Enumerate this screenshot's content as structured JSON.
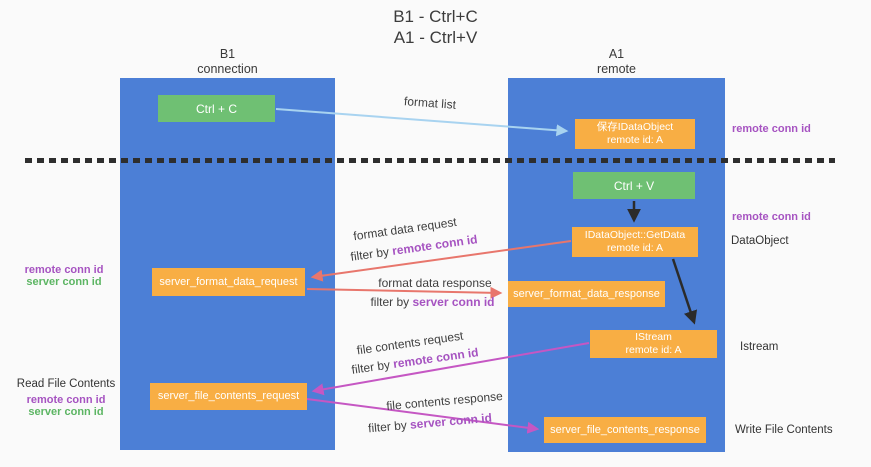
{
  "title": {
    "line1": "B1 - Ctrl+C",
    "line2": "A1 - Ctrl+V"
  },
  "columns": {
    "left": {
      "name": "B1",
      "subtitle": "connection"
    },
    "right": {
      "name": "A1",
      "subtitle": "remote"
    }
  },
  "nodes": {
    "ctrl_c": "Ctrl + C",
    "ctrl_v": "Ctrl + V",
    "save_dataobject": {
      "line1": "保存IDataObject",
      "line2": "remote id: A"
    },
    "getdata": {
      "line1": "IDataObject::GetData",
      "line2": "remote id: A"
    },
    "istream": {
      "line1": "IStream",
      "line2": "remote id: A"
    },
    "format_request": "server_format_data_request",
    "format_response": "server_format_data_response",
    "file_request": "server_file_contents_request",
    "file_response": "server_file_contents_response"
  },
  "flow_labels": {
    "format_list": "format list",
    "format_data_request": "format data request",
    "filter_remote_1": {
      "prefix": "filter by ",
      "highlight": "remote conn id"
    },
    "format_data_response": "format data response",
    "filter_server_1": {
      "prefix": "filter by ",
      "highlight": "server conn id"
    },
    "file_contents_request": "file contents request",
    "filter_remote_2": {
      "prefix": "filter by ",
      "highlight": "remote conn id"
    },
    "file_contents_response": "file contents response",
    "filter_server_2": {
      "prefix": "filter by ",
      "highlight": "server conn id"
    }
  },
  "side_labels": {
    "right_remote_top": "remote conn id",
    "right_remote_mid": "remote conn id",
    "dataobject": "DataObject",
    "istream": "Istream",
    "write_file": "Write File Contents",
    "left_remote_format": "remote conn id",
    "left_server_format": "server conn id",
    "read_file": "Read File Contents",
    "left_remote_file": "remote conn id",
    "left_server_file": "server conn id"
  },
  "colors": {
    "panel_blue": "#4c7fd6",
    "node_green": "#6fc073",
    "node_orange": "#f8ae44",
    "arrow_lightblue": "#a8d3f0",
    "arrow_salmon": "#e8766c",
    "arrow_magenta": "#c557c3",
    "arrow_black": "#2b2b2b",
    "text_purple": "#a653c1",
    "text_green": "#5cb563"
  }
}
